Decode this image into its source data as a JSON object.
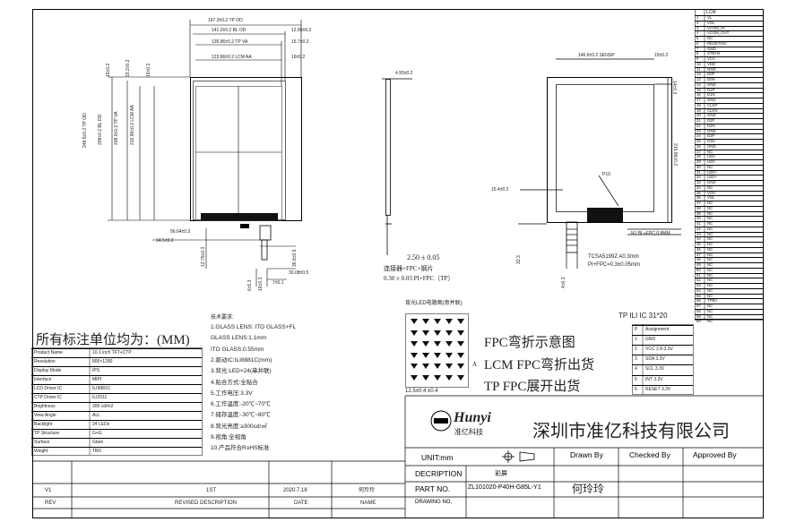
{
  "units_title": "所有标注单位均为：(MM)",
  "dims_front": {
    "tp_od_w": "167.3±0.2 TP OD",
    "bl_od_w": "141.2±0.2 BL OD",
    "tp_va_w": "135.86±0.2 TP VA",
    "lcm_aa_w": "123.86±0.2 LCM AA",
    "r1": "12.85±0.2",
    "r2": "15.7±0.2",
    "r3": "16±0.2",
    "tp_od_h": "248.5±0.2 TP OD",
    "bl_od_h": "208±0.2 BL OD",
    "tp_va_h": "208.0±0.2 TP VA",
    "lcm_aa_h": "216.96±0.2 LCM AA",
    "l1": "15±0.2",
    "l2": "15.2±0.2",
    "l3": "16±0.2",
    "fpc1": "56.64±0.3",
    "fpc2": "13.75±0.3",
    "fpc3": "36.8±0.5",
    "fpc4": "30.08±0.5",
    "fpc5": "6±0.3",
    "fpc6": "16±0.3",
    "fpc7": "7±0.1",
    "fpc8": "14.5±0.3"
  },
  "dims_side": {
    "thickness": "4.95±0.2",
    "t1": "2.50 ± 0.05",
    "t2": "连接器+FPC+钢片",
    "t3": "0.30 ± 0.03 PI+FPC（TP）"
  },
  "dims_back": {
    "top": "146.6±0.2 SENSP",
    "top_r": "15±0.2",
    "right": "14±0.2",
    "mid": "15.4±0.2",
    "h": "216.96±0.2",
    "bottom_l": "33.3",
    "bottom_l2": "4±0.3",
    "ic": "TCSA5199Z A0.3mm",
    "ic2": "PI+FPC=0.3±0.05mm",
    "c1": "P10",
    "c2": "N1 BL+FPC 0.8MM"
  },
  "pin_title": "LCM",
  "pins": [
    [
      "1",
      "VL"
    ],
    [
      "2",
      "VGL"
    ],
    [
      "3",
      "VCOM_IN"
    ],
    [
      "4",
      "VCOM_OUT"
    ],
    [
      "5",
      "NC"
    ],
    [
      "6",
      "RESET/NC"
    ],
    [
      "7",
      "GND"
    ],
    [
      "8",
      "STBYB"
    ],
    [
      "9",
      "VCC"
    ],
    [
      "10",
      "VDD"
    ],
    [
      "11",
      "GND"
    ],
    [
      "12",
      "D0P"
    ],
    [
      "13",
      "D0N"
    ],
    [
      "14",
      "GND"
    ],
    [
      "15",
      "D1P"
    ],
    [
      "16",
      "D1N"
    ],
    [
      "17",
      "GND"
    ],
    [
      "18",
      "CLKP"
    ],
    [
      "19",
      "CLKN"
    ],
    [
      "20",
      "GND"
    ],
    [
      "21",
      "D2P"
    ],
    [
      "22",
      "D2N"
    ],
    [
      "23",
      "GND"
    ],
    [
      "24",
      "D3P"
    ],
    [
      "25",
      "D3N"
    ],
    [
      "26",
      "GND"
    ],
    [
      "27",
      "NC"
    ],
    [
      "28",
      "LED-"
    ],
    [
      "29",
      "LED-"
    ],
    [
      "30",
      "NC"
    ],
    [
      "31",
      "LED+"
    ],
    [
      "32",
      "LED+"
    ],
    [
      "33",
      "GND"
    ],
    [
      "34",
      "NC"
    ],
    [
      "35",
      "VGH"
    ],
    [
      "36",
      "VGL"
    ],
    [
      "37",
      "NC"
    ],
    [
      "38",
      "NC"
    ],
    [
      "39",
      "NC"
    ],
    [
      "40",
      "NC"
    ],
    [
      "41",
      "NC"
    ],
    [
      "42",
      "NC"
    ],
    [
      "43",
      "NC"
    ],
    [
      "44",
      "NC"
    ],
    [
      "45",
      "NC"
    ],
    [
      "46",
      "NC"
    ],
    [
      "47",
      "NC"
    ],
    [
      "48",
      "NC"
    ],
    [
      "49",
      "NC"
    ],
    [
      "50",
      "NC"
    ],
    [
      "51",
      "NC"
    ],
    [
      "52",
      "NC"
    ],
    [
      "53",
      "NC"
    ],
    [
      "54",
      "NC"
    ],
    [
      "55",
      "NC"
    ],
    [
      "56",
      "TPBV"
    ],
    [
      "57",
      "NC"
    ],
    [
      "58",
      "NC"
    ],
    [
      "59",
      "NC"
    ],
    [
      "60",
      "NC"
    ]
  ],
  "notes": {
    "title": "技术要求:",
    "lines": [
      "1.GLASS LENS: ITO GLASS+FL",
      "  GLASS LENS:1.1mm",
      "  ITO GLASS:0.55mm",
      "2.驱动IC:ILI8881C(mm)",
      "3.背光:LED×24(串并联)",
      "4.贴合方式:全贴合",
      "5.工作电压:3.3V",
      "6.工作温度:-20℃~70℃",
      "7.储存温度:-30℃~80℃",
      "8.背光亮度:≥300cd/㎡",
      "9.视角:全视角",
      "10.产品符合RoHS标准"
    ]
  },
  "spec_table": [
    [
      "Product Name",
      "10.1 inch TFT+CTP"
    ],
    [
      "Resolution",
      "800×1280"
    ],
    [
      "Display Mode",
      "IPS"
    ],
    [
      "Interface",
      "MIPI"
    ],
    [
      "LCD Driver IC",
      "ILI9881C"
    ],
    [
      "CTP Driver IC",
      "ILI2511"
    ],
    [
      "Brightness",
      "300 cd/m2"
    ],
    [
      "View Angle",
      "ALL"
    ],
    [
      "Backlight",
      "24 LEDs"
    ],
    [
      "TP Structure",
      "G+G"
    ],
    [
      "Surface",
      "Glare"
    ],
    [
      "Weight",
      "TBD"
    ]
  ],
  "matrix_title": "背光LED电路图(串并联)",
  "matrix_dim": "12.5±0.4 ±0.4",
  "fpc_bend": [
    "FPC弯折示意图",
    "LCM FPC弯折出货",
    "TP  FPC展开出货"
  ],
  "fpc_bend_prefix": "A",
  "tp_ic_title": "TP ILI IC 31*20",
  "tp_pins": [
    [
      "P",
      "Assignment"
    ],
    [
      "1",
      "GND"
    ],
    [
      "2",
      "VCC 2.8-3.3V"
    ],
    [
      "3",
      "SDA 3.3V"
    ],
    [
      "4",
      "SCL 3.3V"
    ],
    [
      "5",
      "INT 3.3V"
    ],
    [
      "6",
      "RESET 3.3V"
    ]
  ],
  "company": {
    "logo_en": "Hunyi",
    "logo_cn": "准亿科技",
    "name": "深圳市准亿科技有限公司"
  },
  "title_block": {
    "unit": "UNIT:mm",
    "drawn_by": "Drawn By",
    "checked_by": "Checked By",
    "approved_by": "Approved By",
    "description_label": "DECRIPTION",
    "description_value": "彩屏",
    "part_label": "PART NO.",
    "part_value": "ZL101020-P40H-G85L-Y1",
    "drawing_label": "DRAWING NO.",
    "drawer_name": "何玲玲"
  },
  "revision": {
    "rev": "V1",
    "desc": "1ST",
    "date": "2020.7.18",
    "name": "何玲玲",
    "col_rev": "REV",
    "col_desc": "REVISED DESCRIPTION",
    "col_date": "DATE",
    "col_name": "NAME"
  },
  "colors": {
    "line": "#000000",
    "text": "#222222",
    "dim_text": "#333333"
  }
}
